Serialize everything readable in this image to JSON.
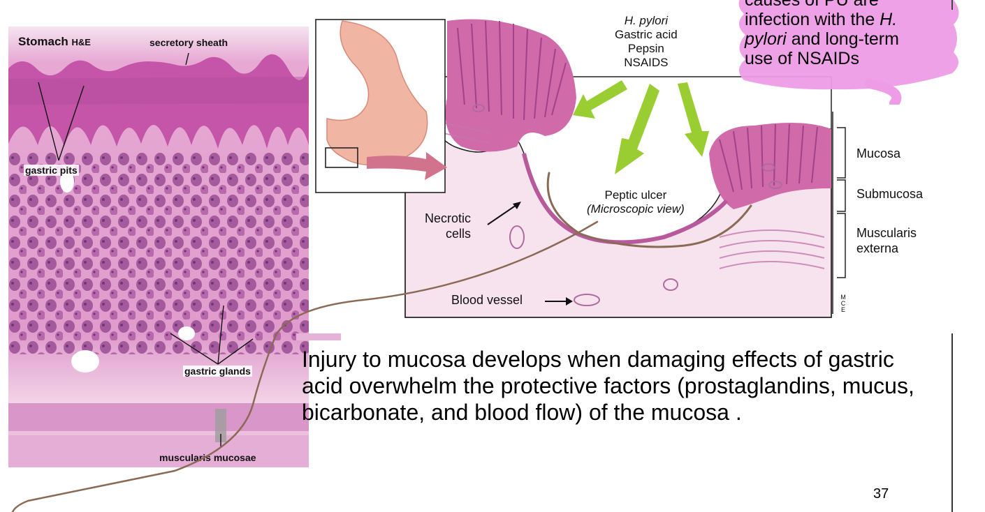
{
  "histology": {
    "title": "Stomach",
    "stain": "H&E",
    "labels": {
      "secretory_sheath": "secretory sheath",
      "gastric_pits": "gastric pits",
      "gastric_glands": "gastric glands",
      "muscularis_mucosae": "muscularis mucosae"
    }
  },
  "diagram": {
    "causes": [
      "H. pylori",
      "Gastric acid",
      "Pepsin",
      "NSAIDS"
    ],
    "ulcer_label": "Peptic ulcer",
    "ulcer_sublabel": "(Microscopic view)",
    "necrotic": [
      "Necrotic",
      "cells"
    ],
    "blood_vessel": "Blood vessel",
    "layers": {
      "mucosa": "Mucosa",
      "submucosa": "Submucosa",
      "muscularis": [
        "Muscularis",
        "externa"
      ]
    },
    "credit": "MCE"
  },
  "note": {
    "line1": "causes of PU are",
    "line2_pre": "infection with the ",
    "line2_em": "H.",
    "line3_em": "pylori",
    "line3_post": " and long-term",
    "line4": "use of NSAIDs"
  },
  "body_text": "Injury to mucosa develops when damaging effects of gastric acid overwhelm the protective factors (prostaglandins, mucus, bicarbonate, and blood flow) of the mucosa .",
  "page_number": "37",
  "colors": {
    "annotation_stroke": "#8b6a55",
    "highlighter": "#ee9ce6",
    "arrow_green": "#9acd32",
    "tissue_pink": "#d27fb5"
  }
}
